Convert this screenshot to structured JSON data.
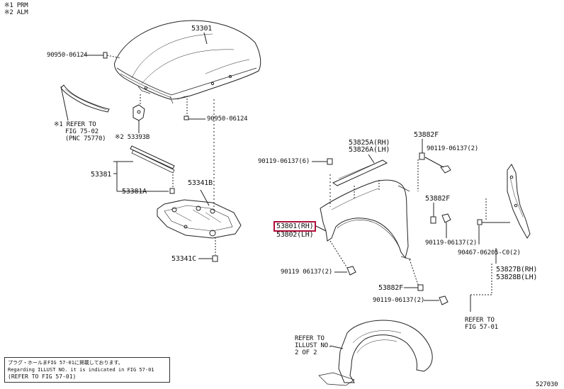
{
  "legend": {
    "line1": "※1 PRM",
    "line2": "※2 ALM"
  },
  "parts": {
    "hood": "53301",
    "hood_bolt_1": "90950-06124",
    "hood_bolt_2": "90950-06124",
    "ref_seal_1": "※1 REFER TO",
    "ref_seal_2": "FIG 75-02",
    "ref_seal_3": "(PNC 75770)",
    "bracket_alm": "※2 53393B",
    "cover_assembly": "53381",
    "cover_clip": "53381A",
    "insulator": "53341B",
    "insulator_clip": "53341C",
    "fender_bolt_top": "90119-06137(6)",
    "fender_seal_rh": "53825A(RH)",
    "fender_seal_lh": "53826A(LH)",
    "fender_clip_top": "53882F",
    "fender_bolt_top_right": "90119-06137(2)",
    "fender_clip_mid": "53882F",
    "fender_rh": "53801(RH)",
    "fender_lh": "53802(LH)",
    "fender_bolt_mid_right": "90119-06137(2)",
    "fender_bolt_bottom_left": "90119 06137(2)",
    "fender_clip_bottom": "53882F",
    "fender_bolt_bottom": "90119-06137(2)",
    "bracket_screw": "90467-06205-C0(2)",
    "bracket_rh": "53827B(RH)",
    "bracket_lh": "53828B(LH)",
    "ref_bracket_1": "REFER TO",
    "ref_bracket_2": "FIG 57-01",
    "ref_liner_1": "REFER TO",
    "ref_liner_2": "ILLUST NO.",
    "ref_liner_3": "2 OF 2"
  },
  "note": {
    "line_jp": "プラグ・ホールまFIG 57-01に掲載しております。",
    "line_en": "Regarding ILLUST NO. it is indicated in FIG 57-01",
    "line_ref": "(REFER TO FIG 57-01)"
  },
  "figure_code": "527030"
}
